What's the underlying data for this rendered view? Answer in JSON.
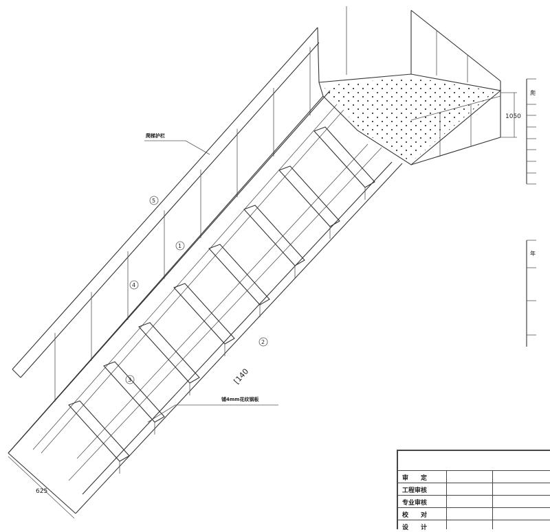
{
  "labels": {
    "guardrail": "爬梯护栏",
    "plate": "铺4mm花纹钢板",
    "channel": "[140",
    "height_dim": "1050",
    "width_dim": "625",
    "balloons": [
      "5",
      "1",
      "4",
      "2",
      "3"
    ],
    "side_table_1": "爬",
    "side_table_2": "年"
  },
  "title_block": {
    "rows": [
      {
        "label": "审　　定"
      },
      {
        "label": "工程审核"
      },
      {
        "label": "专业审核"
      },
      {
        "label": "校　　对"
      },
      {
        "label": "设　　计"
      }
    ]
  }
}
